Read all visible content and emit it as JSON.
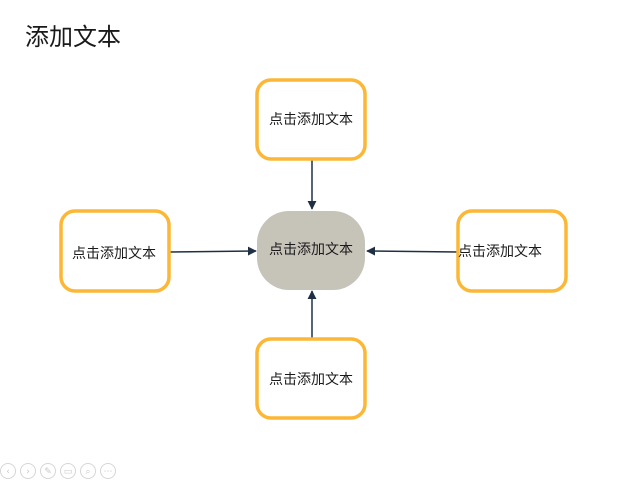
{
  "slide": {
    "title": "添加文本"
  },
  "diagram": {
    "center": {
      "label": "点击添加文本",
      "fill": "#c6c3b9"
    },
    "outer_border_color": "#fbb735",
    "arrow_color": "#1f3045",
    "nodes": [
      {
        "id": "top",
        "label": "点击添加文本"
      },
      {
        "id": "left",
        "label": "点击添加文本"
      },
      {
        "id": "right",
        "label": "点击添加文本"
      },
      {
        "id": "bottom",
        "label": "点击添加文本"
      }
    ]
  },
  "controls": {
    "prev_icon": "‹",
    "next_icon": "›",
    "pen_icon": "✎",
    "menu_icon": "▭",
    "zoom_icon": "⌕",
    "more_icon": "⋯"
  }
}
